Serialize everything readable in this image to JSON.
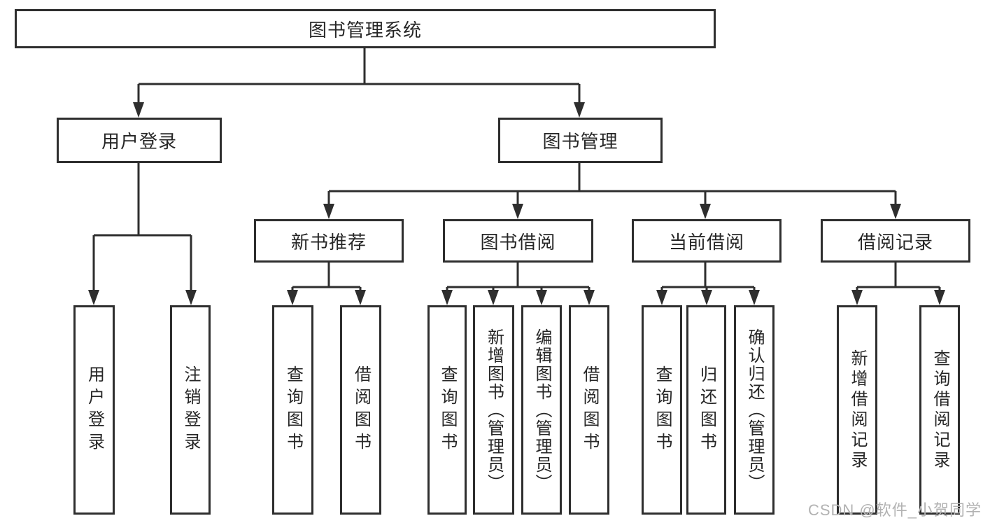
{
  "nodes": {
    "root": "图书管理系统",
    "level2": [
      "用户登录",
      "图书管理"
    ],
    "level3": [
      "新书推荐",
      "图书借阅",
      "当前借阅",
      "借阅记录"
    ],
    "leaves": {
      "user_login": [
        "用户登录",
        "注销登录"
      ],
      "new_books": [
        "查询图书",
        "借阅图书"
      ],
      "book_borrow": [
        "查询图书",
        "新增图书（管理员）",
        "编辑图书（管理员）",
        "借阅图书"
      ],
      "current_borrow": [
        "查询图书",
        "归还图书",
        "确认归还（管理员）"
      ],
      "borrow_records": [
        "新增借阅记录",
        "查询借阅记录"
      ]
    }
  },
  "watermark": "CSDN @软件_小贺同学",
  "colors": {
    "line": "#2e2e2e",
    "box_border": "#2e2e2e",
    "text": "#262626",
    "watermark": "#b2b2b2",
    "background": "#ffffff"
  }
}
